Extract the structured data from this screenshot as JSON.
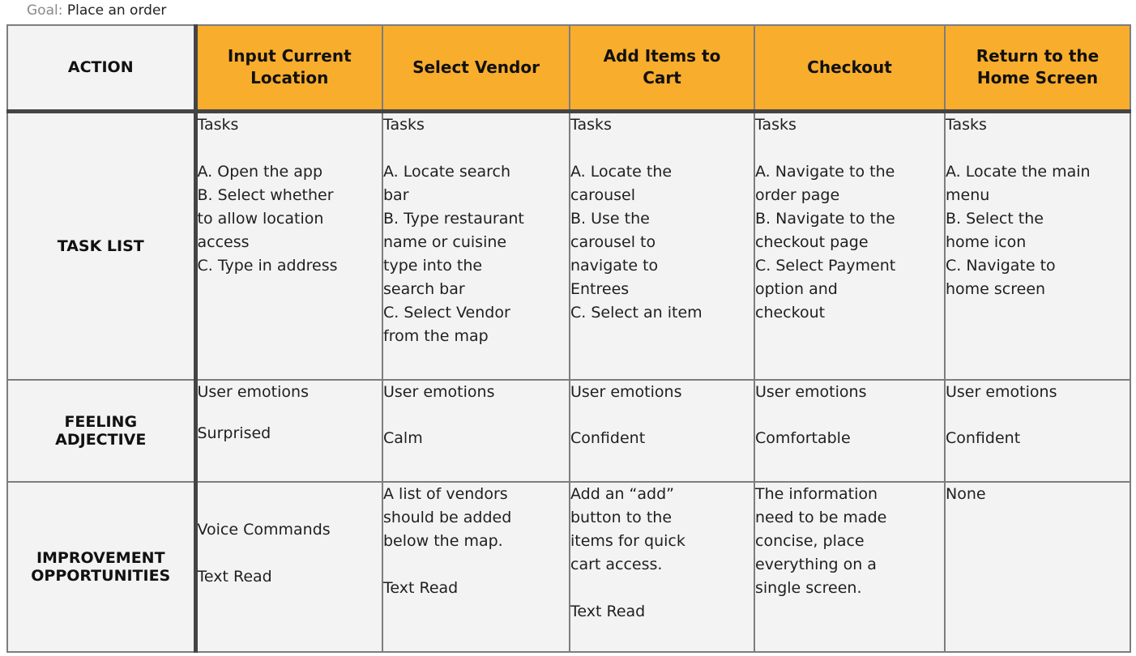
{
  "goal": {
    "label": "Goal:",
    "value": "Place an order"
  },
  "rows": {
    "action": "ACTION",
    "task_list": "TASK LIST",
    "feeling_line1": "FEELING",
    "feeling_line2": "ADJECTIVE",
    "improvement_line1": "IMPROVEMENT",
    "improvement_line2": "OPPORTUNITIES"
  },
  "columns": [
    {
      "header_line1": "Input Current",
      "header_line2": "Location",
      "tasks_title": "Tasks",
      "tasks": [
        "A. Open the app",
        "B. Select whether",
        "to allow location",
        "access",
        "C. Type in address"
      ],
      "emotions_title": "User emotions",
      "emotion": "Surprised",
      "opportunities": [
        "Voice Commands",
        "Text Read"
      ]
    },
    {
      "header_line1": "Select Vendor",
      "header_line2": "",
      "tasks_title": "Tasks",
      "tasks": [
        "A. Locate search",
        "bar",
        "B. Type restaurant",
        "name or cuisine",
        "type into the",
        "search bar",
        "C. Select Vendor",
        "from the map"
      ],
      "emotions_title": "User emotions",
      "emotion": "Calm",
      "opportunities": [
        "A list of vendors",
        "should be added",
        "below the map.",
        "Text Read"
      ]
    },
    {
      "header_line1": "Add Items to",
      "header_line2": "Cart",
      "tasks_title": "Tasks",
      "tasks": [
        "A. Locate the",
        "carousel",
        "B. Use the",
        "carousel to",
        "navigate to",
        "Entrees",
        "C. Select an item"
      ],
      "emotions_title": "User emotions",
      "emotion": "Confident",
      "opportunities": [
        "Add an “add”",
        "button to the",
        "items for quick",
        "cart access.",
        "Text Read"
      ]
    },
    {
      "header_line1": "Checkout",
      "header_line2": "",
      "tasks_title": "Tasks",
      "tasks": [
        "A. Navigate to the",
        "order  page",
        "B. Navigate to the",
        "checkout page",
        "C. Select Payment",
        "option and",
        "checkout"
      ],
      "emotions_title": "User emotions",
      "emotion": "Comfortable",
      "opportunities": [
        "The information",
        "need to be made",
        "concise, place",
        "everything on a",
        "single screen."
      ]
    },
    {
      "header_line1": "Return to the",
      "header_line2": "Home Screen",
      "tasks_title": "Tasks",
      "tasks": [
        "A. Locate the main",
        "menu",
        "B. Select the",
        "home icon",
        "C. Navigate to",
        "home screen"
      ],
      "emotions_title": "User emotions",
      "emotion": "Confident",
      "opportunities": [
        "None"
      ]
    }
  ]
}
